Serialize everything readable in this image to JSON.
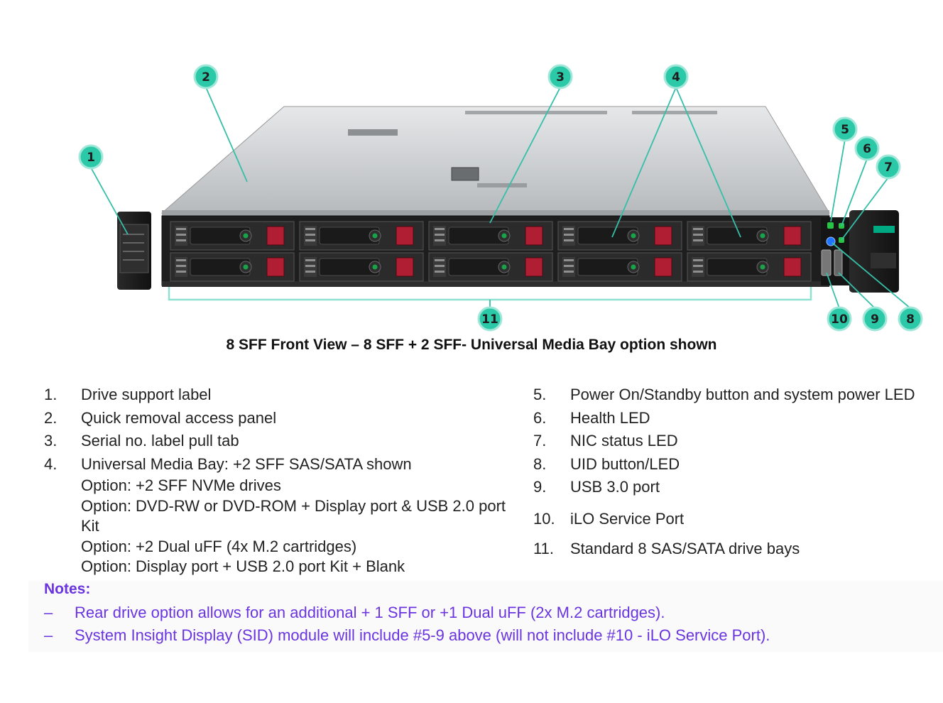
{
  "diagram": {
    "callouts": [
      "1",
      "2",
      "3",
      "4",
      "5",
      "6",
      "7",
      "8",
      "9",
      "10",
      "11"
    ],
    "caption": "8 SFF Front View – 8 SFF + 2 SFF- Universal Media Bay option shown",
    "colors": {
      "callout_fill": "#2cc9a8",
      "callout_ring": "#9fe7d8",
      "leader": "#35bfa8",
      "chassis_top": "#c9cccf",
      "front_panel": "#1e1e1e",
      "drive_red": "#b01e34",
      "drive_green": "#18a34a"
    }
  },
  "legend_left": [
    {
      "num": "1.",
      "text": "Drive support label"
    },
    {
      "num": "2.",
      "text": "Quick removal access panel"
    },
    {
      "num": "3.",
      "text": "Serial no. label pull tab"
    },
    {
      "num": "4.",
      "text": "Universal Media Bay: +2 SFF SAS/SATA shown",
      "options": [
        "Option: +2 SFF NVMe drives",
        "Option: DVD-RW or DVD-ROM + Display port & USB 2.0 port",
        "Kit",
        "Option: +2 Dual uFF (4x M.2 cartridges)",
        "Option: Display port + USB 2.0 port Kit + Blank"
      ]
    }
  ],
  "legend_right": [
    {
      "num": "5.",
      "text": "Power On/Standby button and system power LED"
    },
    {
      "num": "6.",
      "text": "Health LED"
    },
    {
      "num": "7.",
      "text": "NIC status LED"
    },
    {
      "num": "8.",
      "text": "UID button/LED"
    },
    {
      "num": "9.",
      "text": "USB 3.0 port"
    },
    {
      "num": "10.",
      "text": "iLO Service Port"
    },
    {
      "num": "11.",
      "text": "Standard 8 SAS/SATA drive bays"
    }
  ],
  "notes": {
    "title": "Notes:",
    "dash": "–",
    "items": [
      "Rear drive option allows for an additional + 1 SFF or +1 Dual uFF (2x M.2 cartridges).",
      "System Insight Display (SID) module will include #5-9 above (will not include #10 - iLO Service Port)."
    ]
  }
}
